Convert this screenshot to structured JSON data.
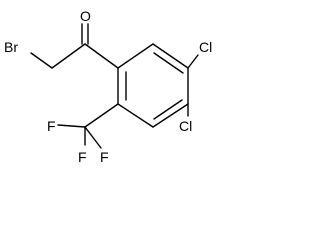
{
  "molecule": {
    "atoms": {
      "oxygen": "O",
      "bromine": "Br",
      "chlorine_upper": "Cl",
      "chlorine_lower": "Cl",
      "fluorine_left": "F",
      "fluorine_right": "F",
      "fluorine_bottom": "F"
    }
  }
}
